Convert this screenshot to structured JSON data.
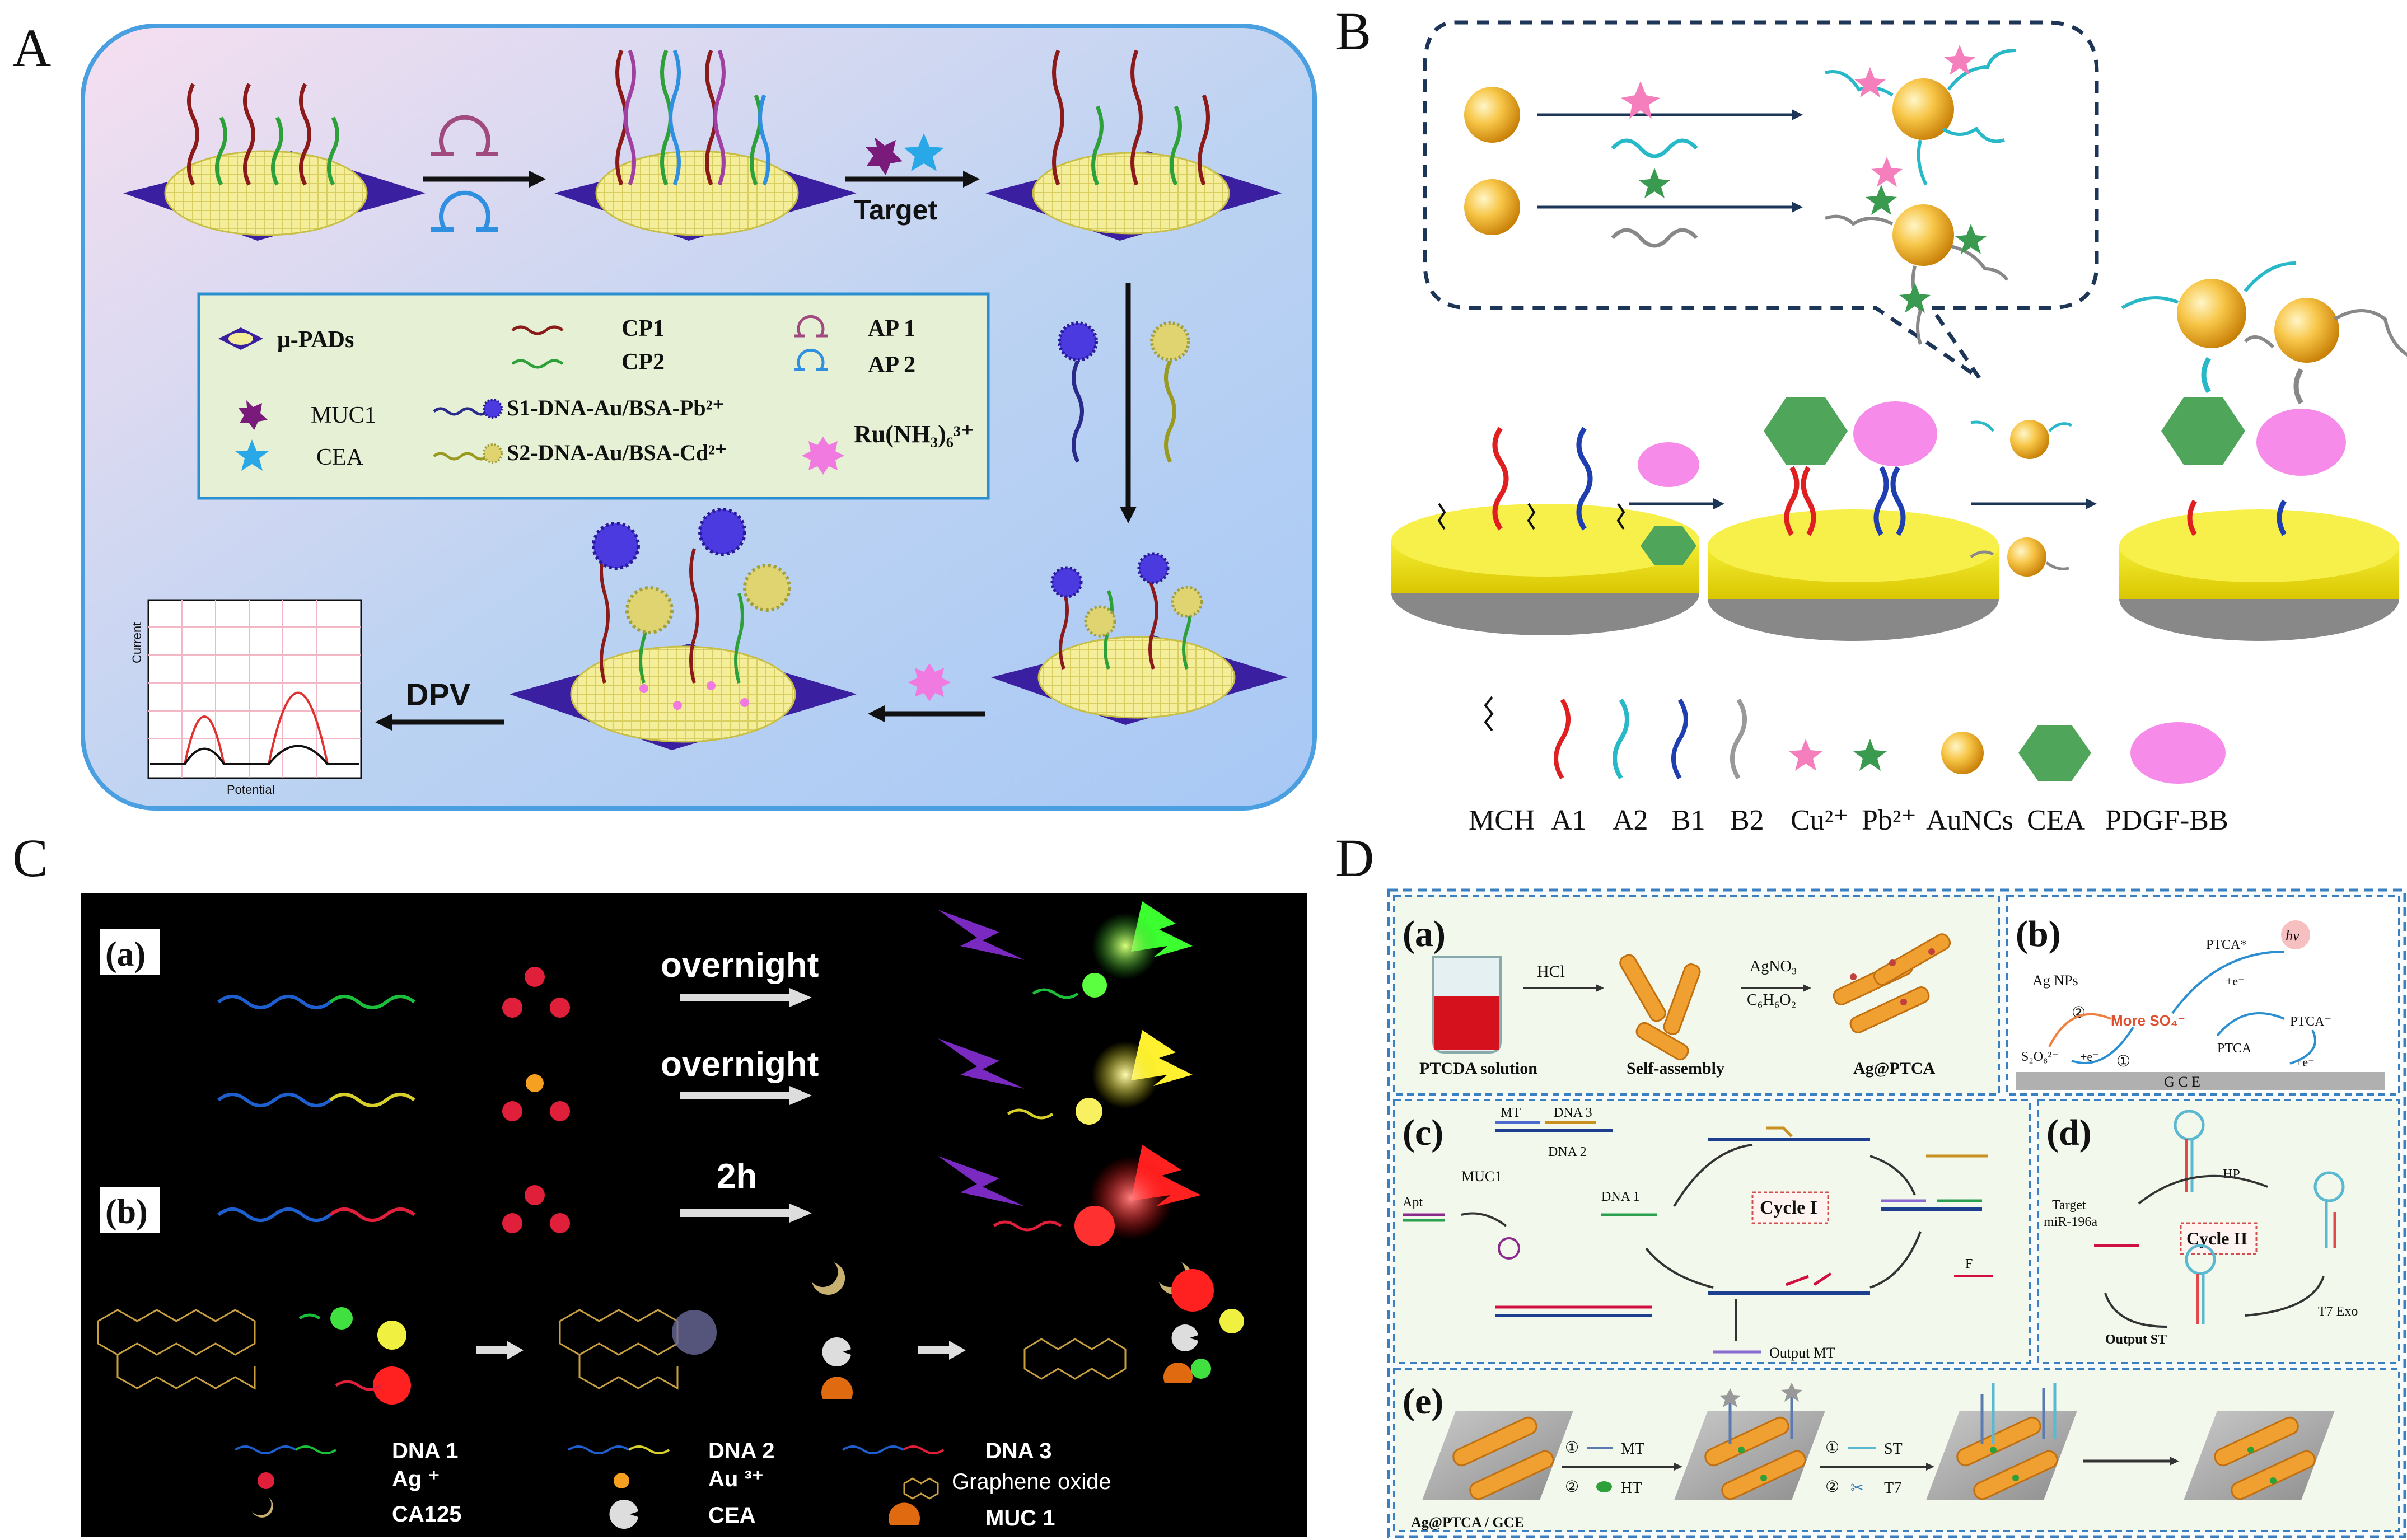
{
  "panels": {
    "A": {
      "letter": "A",
      "step1_label": "Target",
      "step_dpv": "DPV",
      "legend": {
        "mupads": "μ-PADs",
        "cp1": "CP1",
        "cp2": "CP2",
        "ap1": "AP 1",
        "ap2": "AP 2",
        "muc1": "MUC1",
        "cea": "CEA",
        "s1": "S1-DNA-Au/BSA-Pb²⁺",
        "s2": "S2-DNA-Au/BSA-Cd²⁺",
        "ru": "Ru(NH₃)₆³⁺"
      },
      "plot": {
        "ylabel": "Current",
        "xlabel": "Potential"
      }
    },
    "B": {
      "letter": "B",
      "legend": [
        "MCH",
        "A1",
        "A2",
        "B1",
        "B2",
        "Cu²⁺",
        "Pb²⁺",
        "AuNCs",
        "CEA",
        "PDGF-BB"
      ]
    },
    "C": {
      "letter": "C",
      "sub_a": "(a)",
      "sub_b": "(b)",
      "arrow1": "overnight",
      "arrow2": "overnight",
      "arrow3": "2h",
      "legend": {
        "dna1": "DNA 1",
        "dna2": "DNA 2",
        "dna3": "DNA 3",
        "ag": "Ag ⁺",
        "au": "Au ³⁺",
        "go": "Graphene oxide",
        "ca125": "CA125",
        "cea": "CEA",
        "muc1": "MUC 1"
      }
    },
    "D": {
      "letter": "D",
      "a": {
        "tag": "(a)",
        "hcl": "HCl",
        "agno3": "AgNO₃",
        "c6": "C₆H₆O₂",
        "ptcda": "PTCDA solution",
        "self": "Self-assembly",
        "agptca": "Ag@PTCA"
      },
      "b": {
        "tag": "(b)",
        "agnps": "Ag NPs",
        "ptca_star": "PTCA*",
        "hv": "hv",
        "more": "More SO₄⁻",
        "ptca_minus": "PTCA⁻",
        "s2o8": "S₂O₈²⁻",
        "e1": "+e⁻",
        "e2": "+e⁻",
        "e3": "+e⁻",
        "ptca": "PTCA",
        "gce": "G C E",
        "n1": "①",
        "n2": "②"
      },
      "c": {
        "tag": "(c)",
        "mt": "MT",
        "dna3": "DNA 3",
        "dna2": "DNA 2",
        "apt": "Apt",
        "muc1": "MUC1",
        "dna1": "DNA 1",
        "cycle": "Cycle I",
        "f": "F",
        "output": "Output MT"
      },
      "d": {
        "tag": "(d)",
        "hp": "HP",
        "target": "Target",
        "mir": "miR-196a",
        "cycle": "Cycle II",
        "t7": "T7 Exo",
        "output": "Output ST"
      },
      "e": {
        "tag": "(e)",
        "mt": "MT",
        "ht": "HT",
        "st": "ST",
        "t7": "T7",
        "n1": "①",
        "n2": "②",
        "n3": "①",
        "n4": "②",
        "gce": "Ag@PTCA / GCE"
      }
    }
  },
  "colors": {
    "panelA_border": "#4a9fe0",
    "pad_purple": "#3a1fa0",
    "pad_yellow": "#f4ee9a",
    "legend_box": "#e6f0d4",
    "gold": "#f0b12a",
    "cea_green": "#4fa65a",
    "pdgf_pink": "#f07adf",
    "dark_navy": "#1d3557"
  }
}
